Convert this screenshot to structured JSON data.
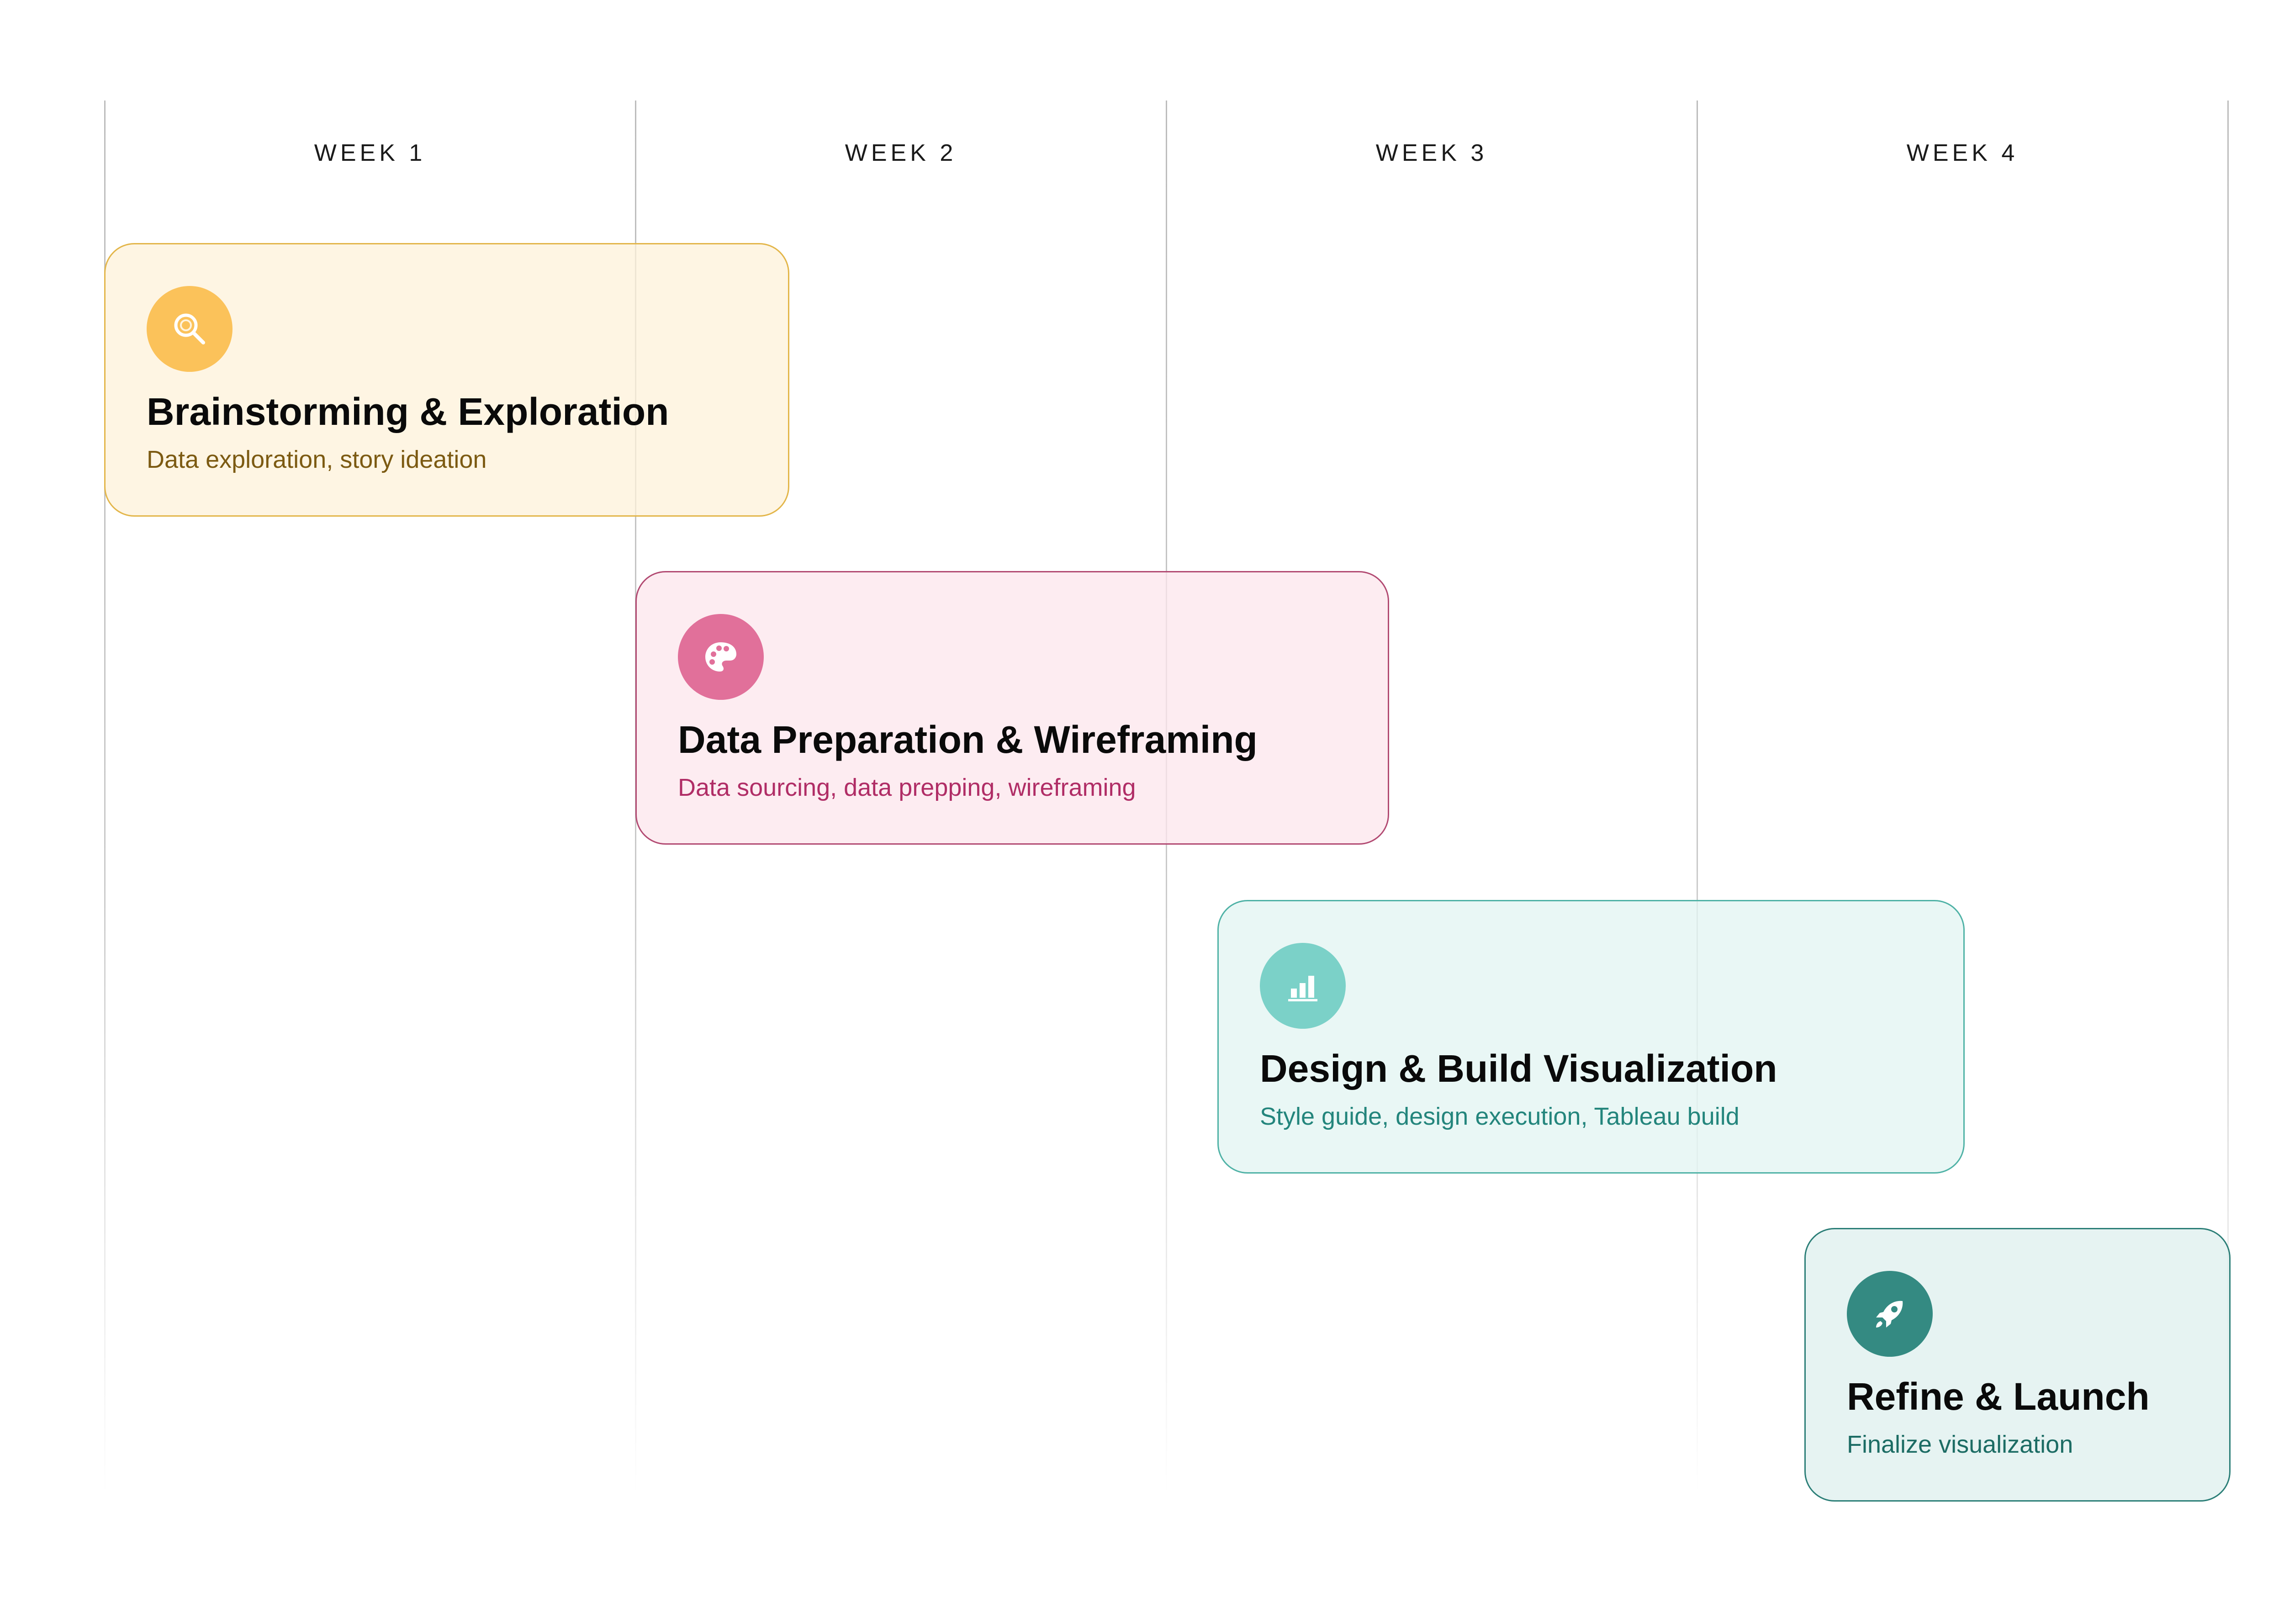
{
  "weeks": [
    {
      "label": "WEEK 1"
    },
    {
      "label": "WEEK 2"
    },
    {
      "label": "WEEK 3"
    },
    {
      "label": "WEEK 4"
    }
  ],
  "phases": [
    {
      "title": "Brainstorming & Exploration",
      "description": "Data exploration, story ideation",
      "icon": "search-icon",
      "color": "#fbc25a"
    },
    {
      "title": "Data Preparation & Wireframing",
      "description": "Data sourcing, data prepping, wireframing",
      "icon": "palette-icon",
      "color": "#e1709a"
    },
    {
      "title": "Design & Build Visualization",
      "description": "Style guide, design execution, Tableau build",
      "icon": "bar-chart-icon",
      "color": "#7bd1c8"
    },
    {
      "title": "Refine & Launch",
      "description": "Finalize visualization",
      "icon": "rocket-icon",
      "color": "#348a82"
    }
  ]
}
